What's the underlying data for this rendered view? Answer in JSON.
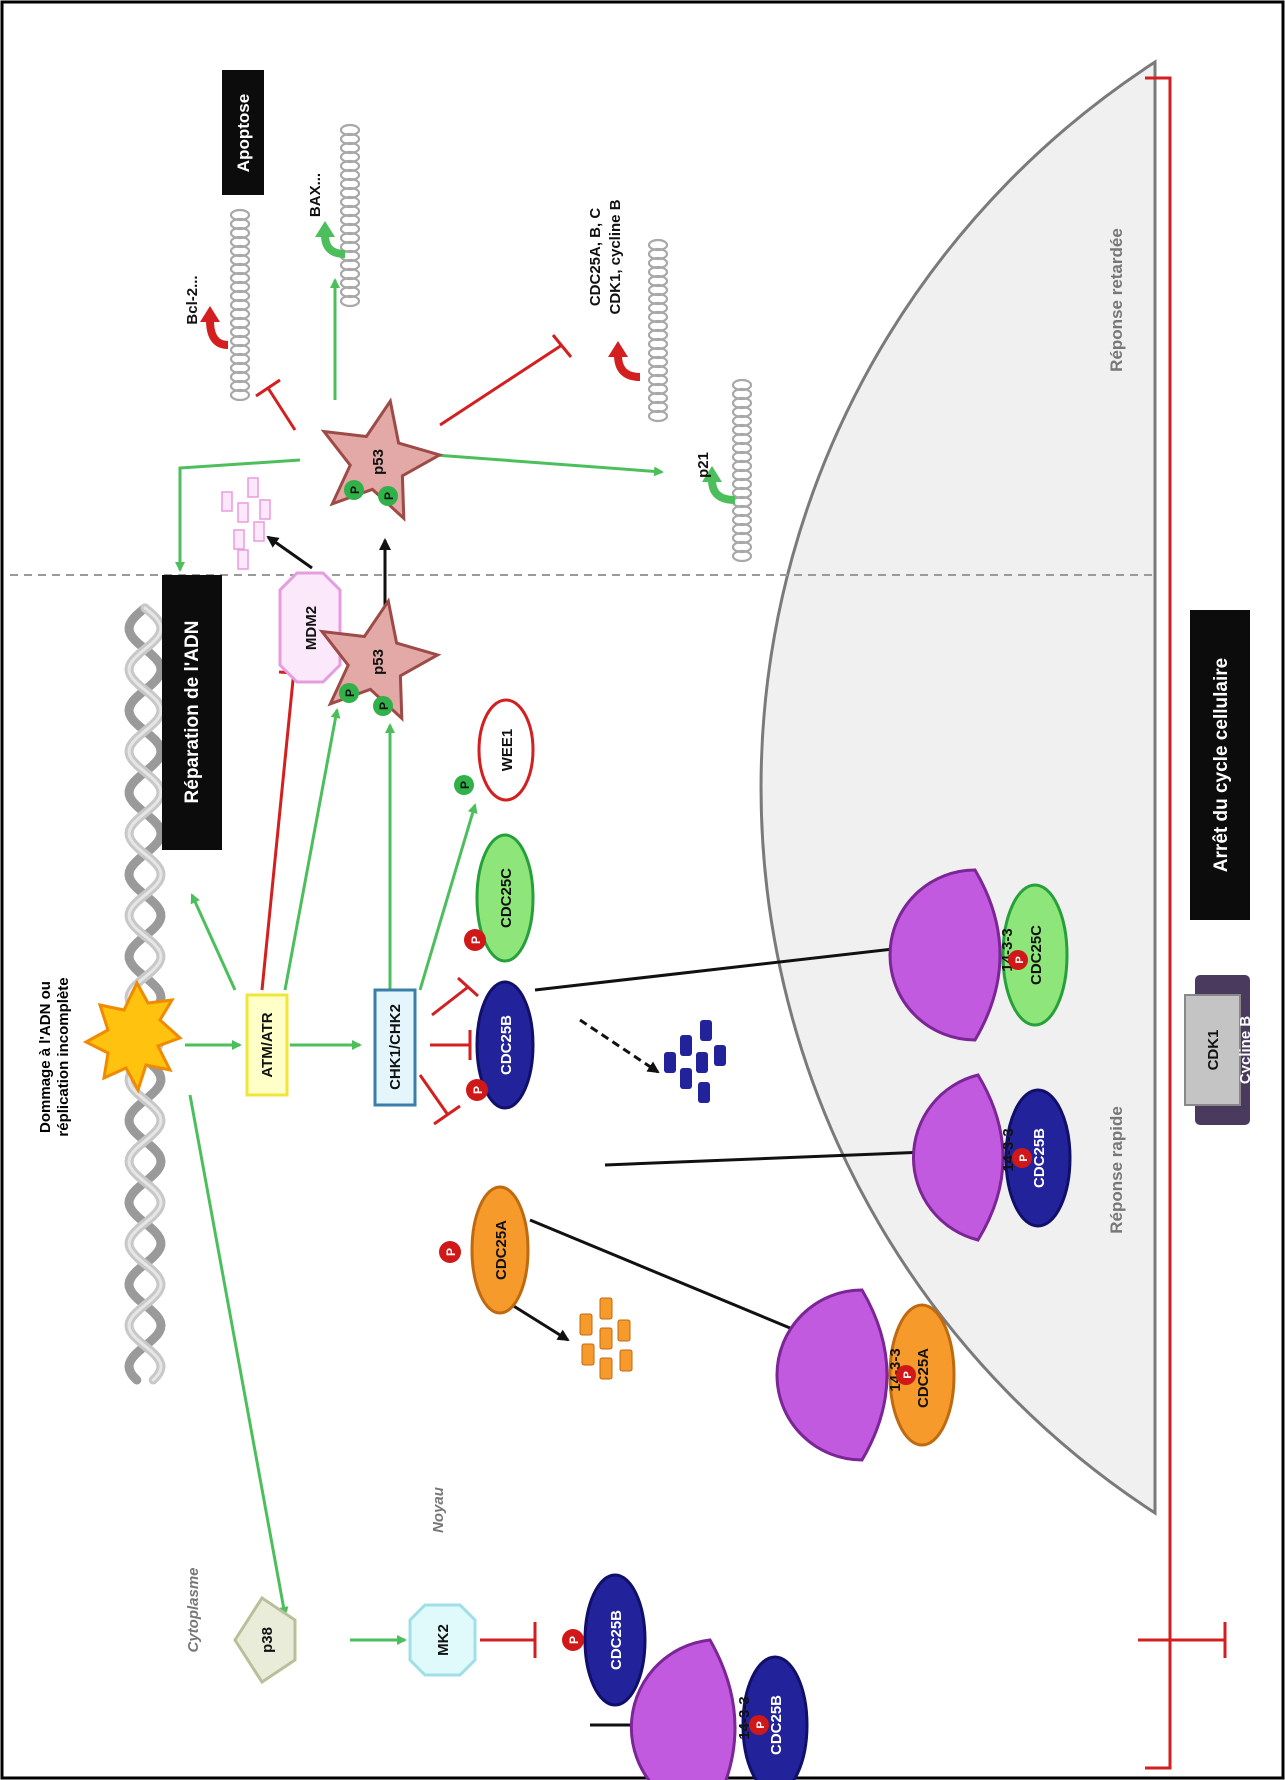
{
  "colors": {
    "activation": "#4cbf5c",
    "inhibition": "#d31f1f",
    "nucleus_fill": "#f0f0f0",
    "nucleus_stroke": "#7a7a7a",
    "p53": "#e2a9a7",
    "cdc25a": "#f59a2b",
    "cdc25b": "#22229a",
    "cdc25c": "#8ee67a",
    "prot1433": "#c25ae0",
    "phospho_red": "#d01818",
    "phospho_green": "#30b14a",
    "black_box": "#0c0c0c",
    "cdk1": "#c4c4c4",
    "cyclinb": "#4a3a5e"
  },
  "labels": {
    "damage": "Dommage à l'ADN ou réplication incomplète",
    "atm_atr": "ATM/ATR",
    "chk": "CHK1/CHK2",
    "repair": "Réparation de l'ADN",
    "apoptose": "Apoptose",
    "cycle_arrest": "Arrêt du cycle cellulaire",
    "mdm2": "MDM2",
    "p53": "p53",
    "wee1": "WEE1",
    "cdc25a": "CDC25A",
    "cdc25b": "CDC25B",
    "cdc25c": "CDC25C",
    "prot1433": "14-3-3",
    "phospho": "P",
    "bcl2": "Bcl-2...",
    "bax": "BAX...",
    "cdc25abc_line1": "CDC25A, B, C",
    "cdc25abc_line2": "CDK1, cycline B",
    "p21": "p21",
    "p38": "p38",
    "mk2": "MK2",
    "noyau": "Noyau",
    "cytoplasme": "Cytoplasme",
    "reponse_rapide": "Réponse rapide",
    "reponse_retardee": "Réponse retardée",
    "cdk1": "CDK1",
    "cyclineb": "Cycline B"
  }
}
